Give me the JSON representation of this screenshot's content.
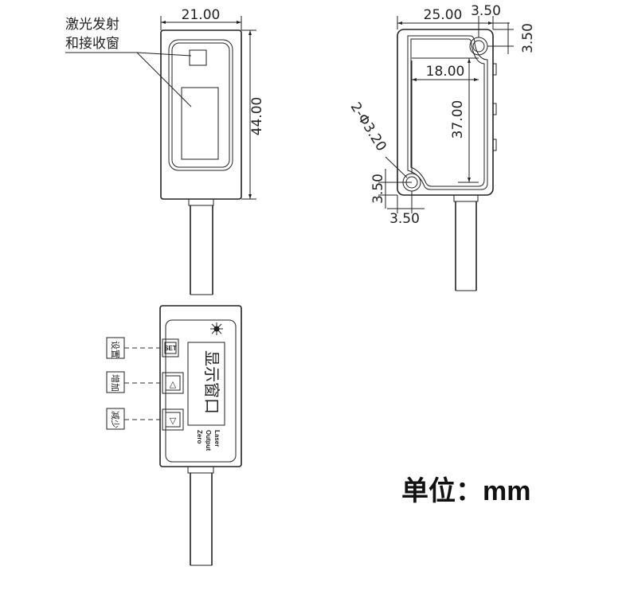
{
  "front_view": {
    "dim_width": "21.00",
    "dim_height": "44.00",
    "label_line1": "激光发射",
    "label_line2": "和接收窗"
  },
  "back_view": {
    "dim_width": "25.00",
    "dim_hole_x_top": "3.50",
    "dim_hole_y_top": "3.50",
    "dim_inner_width": "18.00",
    "dim_inner_height": "37.00",
    "dim_hole_dia": "2-Φ3.20",
    "dim_hole_y_bottom": "3.50",
    "dim_hole_x_bottom": "3.50"
  },
  "panel_view": {
    "button_set_label": "设置",
    "button_up_label": "增加",
    "button_down_label": "减少",
    "key_set": "SET",
    "key_up": "△",
    "key_down": "▽",
    "display_label": "显示窗口",
    "ind_laser": "Laser",
    "ind_output": "Output",
    "ind_zero": "Zero"
  },
  "unit_label": "单位：mm"
}
